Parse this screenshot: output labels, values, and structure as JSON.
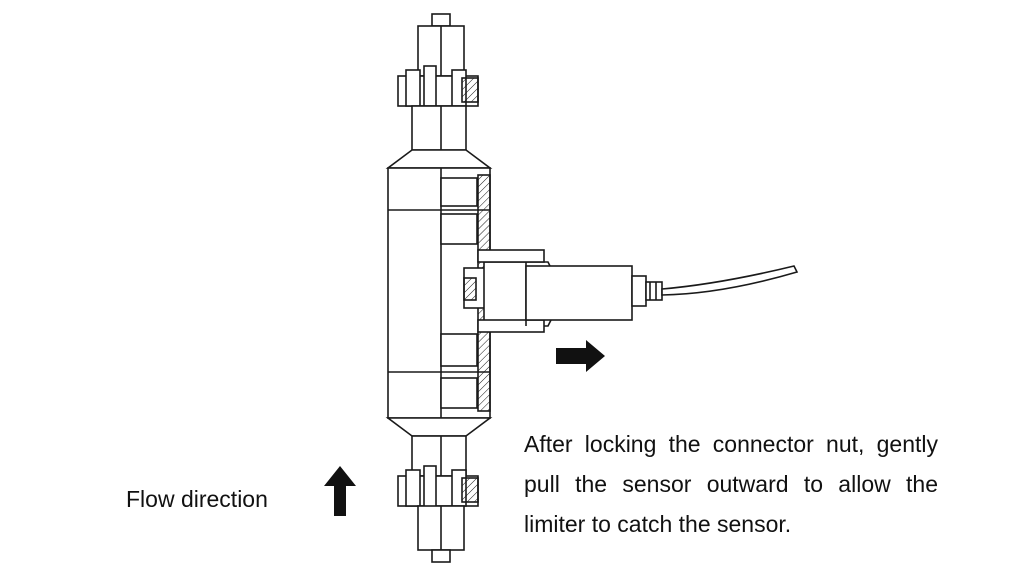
{
  "labels": {
    "flow_direction": "Flow direction",
    "instruction_lines": [
      "After locking the connector nut, gently",
      "pull the sensor outward to allow the",
      "limiter to catch the sensor."
    ]
  },
  "icons": {
    "flow_arrow": "arrow-up-icon",
    "pull_arrow": "arrow-right-icon"
  },
  "colors": {
    "line": "#1a1a1a",
    "fill": "#ffffff",
    "arrow": "#111111"
  }
}
